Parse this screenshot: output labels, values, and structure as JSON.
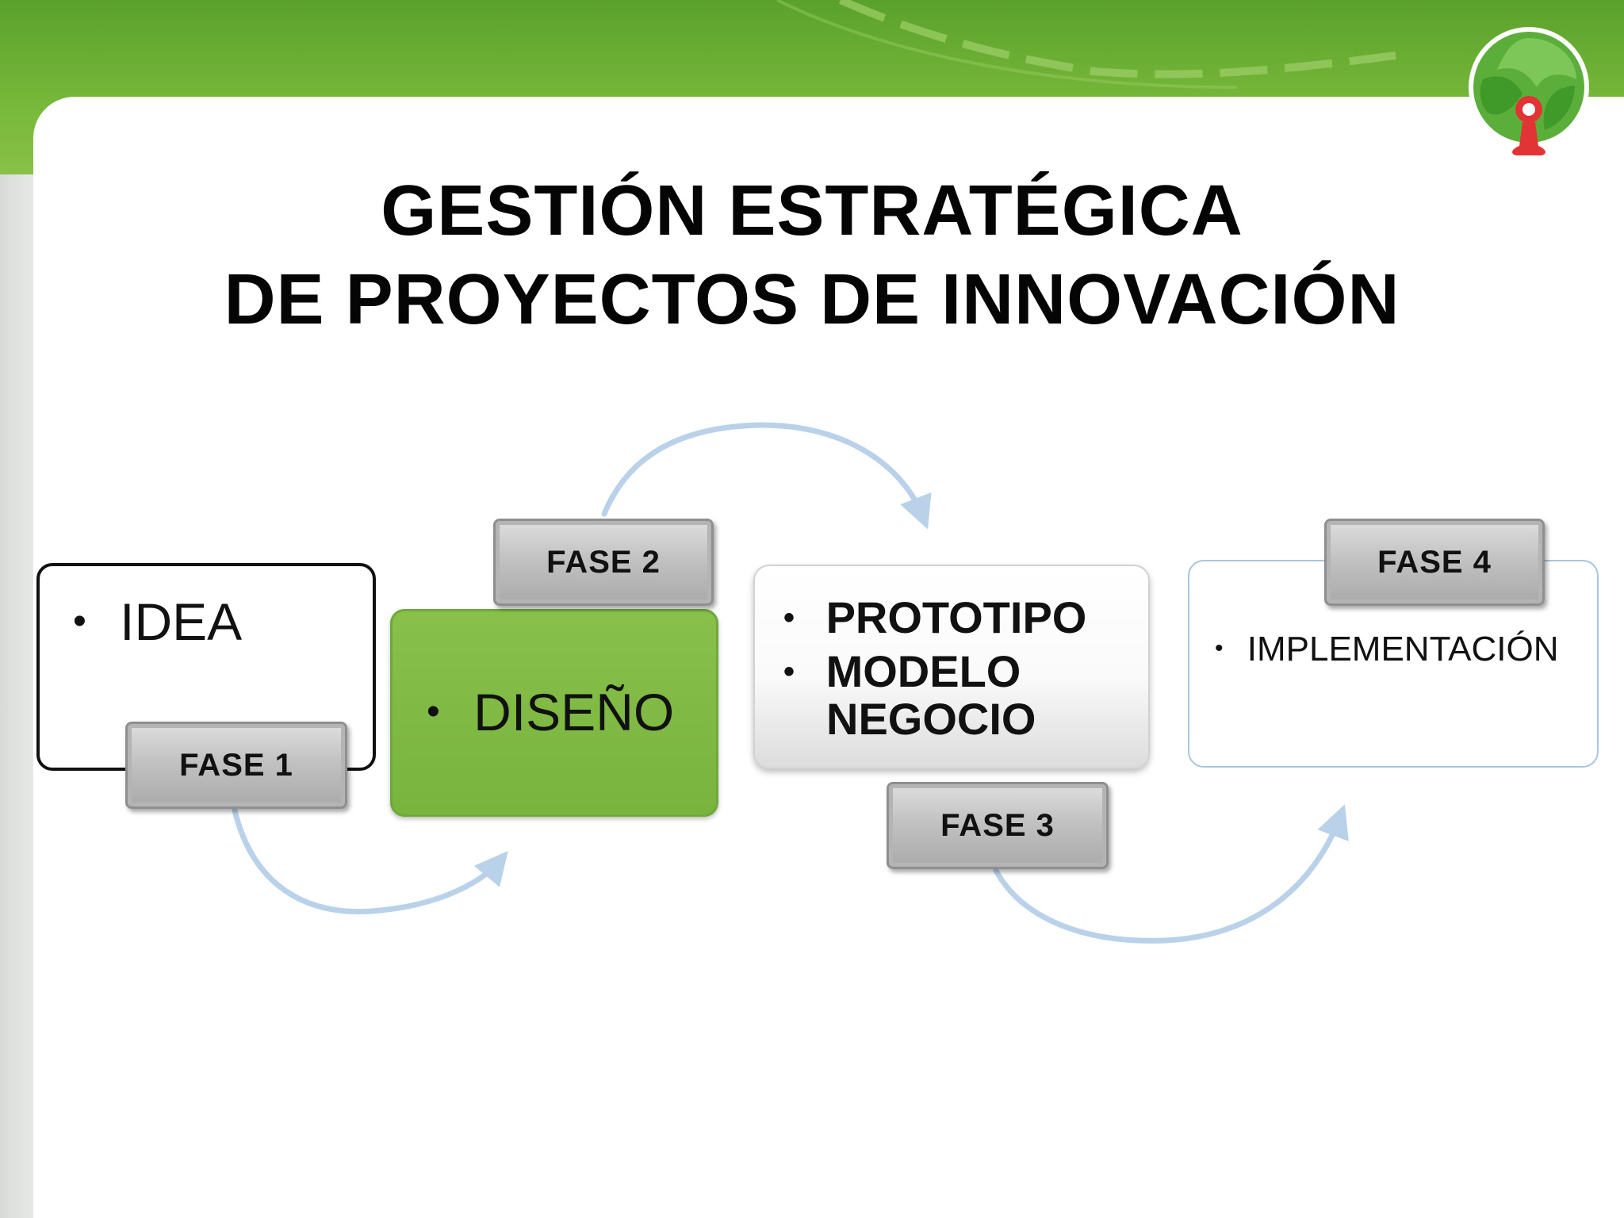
{
  "slide": {
    "title_line1": "GESTIÓN ESTRATÉGICA",
    "title_line2": "DE PROYECTOS DE INNOVACIÓN"
  },
  "phases": [
    {
      "label": "FASE 1",
      "items": [
        "IDEA"
      ]
    },
    {
      "label": "FASE 2",
      "items": [
        "DISEÑO"
      ]
    },
    {
      "label": "FASE 3",
      "items": [
        "PROTOTIPO",
        "MODELO",
        "NEGOCIO"
      ]
    },
    {
      "label": "FASE 4",
      "items": [
        "IMPLEMENTACIÓN"
      ]
    }
  ],
  "bullet": "•",
  "colors": {
    "green_band": "#77b83a",
    "diseno_box": "#80bb44",
    "fase_tab": "#c2c2c2",
    "arrow": "#b9d2ea"
  },
  "icons": [
    "tree-logo-icon"
  ]
}
